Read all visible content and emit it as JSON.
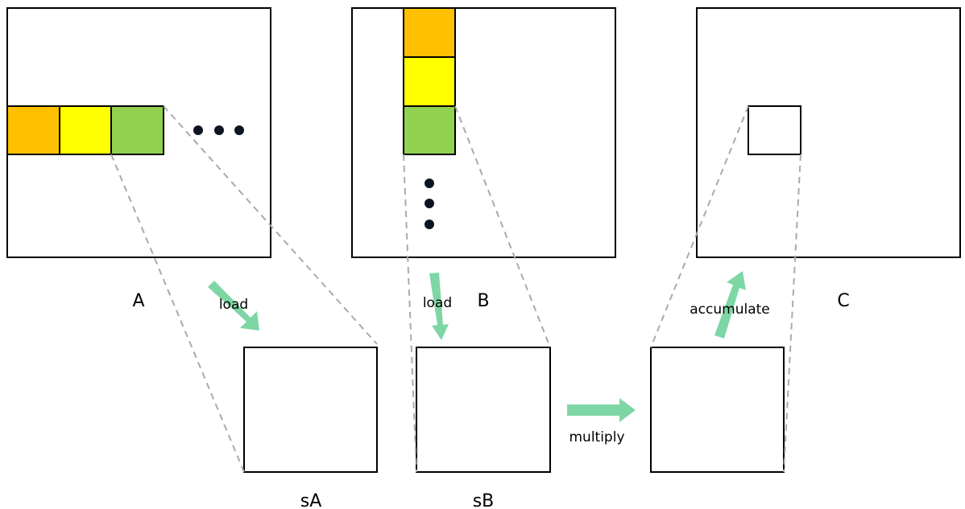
{
  "matrices": {
    "a_label": "A",
    "b_label": "B",
    "c_label": "C",
    "sa_label": "sA",
    "sb_label": "sB"
  },
  "arrows": {
    "load_a": "load",
    "load_b": "load",
    "multiply": "multiply",
    "accumulate": "accumulate"
  },
  "colors": {
    "tile_orange": "#FFC000",
    "tile_yellow": "#FFFF00",
    "tile_green": "#92D050",
    "arrow": "#7ED6A5",
    "guide_line": "#AAAAAA",
    "dots": "#0B1522"
  }
}
